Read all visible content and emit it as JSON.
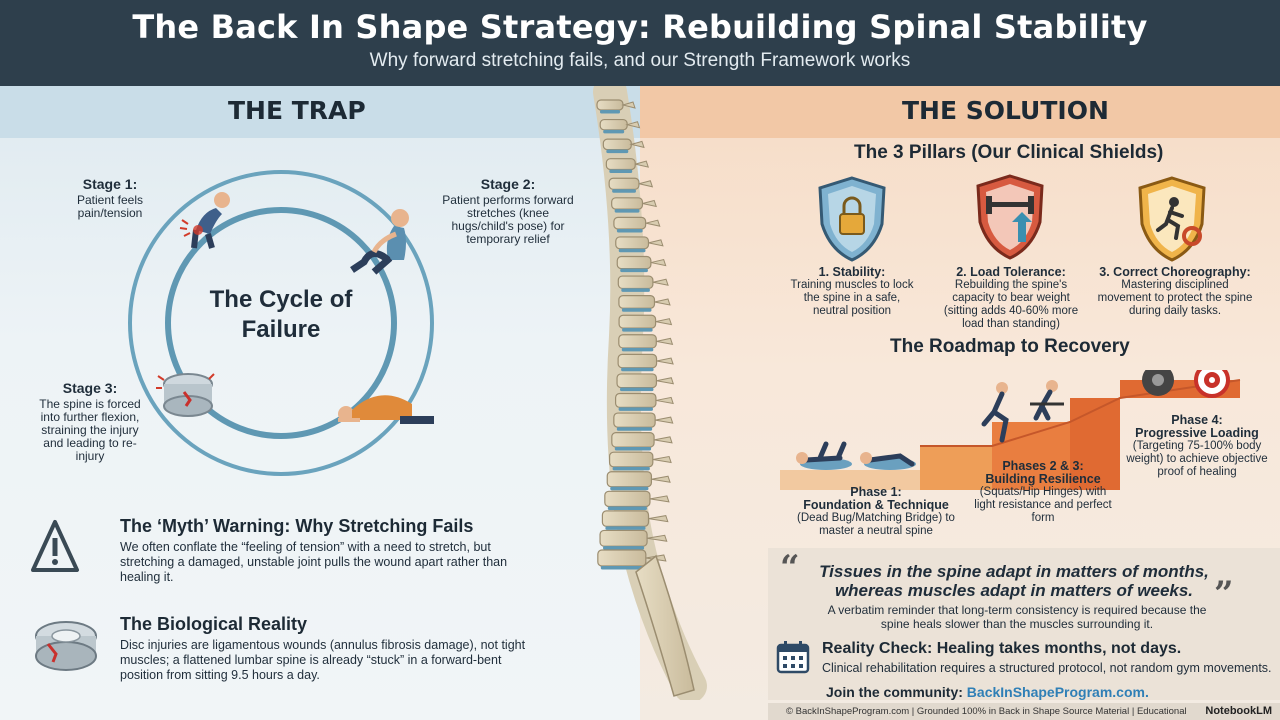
{
  "header": {
    "title": "The Back In Shape Strategy: Rebuilding Spinal Stability",
    "subtitle": "Why forward stretching fails, and our Strength Framework works"
  },
  "trap": {
    "title": "THE TRAP",
    "cycle_label": "The Cycle of Failure",
    "stages": [
      {
        "title": "Stage 1:",
        "text": "Patient feels pain/tension"
      },
      {
        "title": "Stage 2:",
        "text": "Patient performs forward stretches (knee hugs/child's pose) for temporary relief"
      },
      {
        "title": "Stage 3:",
        "text": "The spine is forced into further flexion, straining the injury and leading to re-injury"
      }
    ],
    "myth": {
      "title": "The ‘Myth’ Warning: Why Stretching Fails",
      "body": "We often conflate the “feeling of tension” with a need to stretch, but stretching a damaged, unstable joint pulls the wound apart rather than healing it."
    },
    "biology": {
      "title": "The Biological Reality",
      "body": "Disc injuries are ligamentous wounds (annulus fibrosis damage), not tight muscles; a flattened lumbar spine is already “stuck” in a forward-bent position from sitting 9.5 hours a day."
    }
  },
  "solution": {
    "title": "THE SOLUTION",
    "pillars_title": "The 3 Pillars (Our Clinical Shields)",
    "pillars": [
      {
        "title": "1. Stability:",
        "text": "Training muscles to lock the spine in a safe, neutral position",
        "icon": "lock-shield-icon"
      },
      {
        "title": "2. Load Tolerance:",
        "text": "Rebuilding the spine's capacity to bear weight (sitting adds 40-60% more load than standing)",
        "icon": "dumbbell-shield-icon"
      },
      {
        "title": "3. Correct Choreography:",
        "text": "Mastering disciplined movement to protect the spine during daily tasks.",
        "icon": "runner-shield-icon"
      }
    ],
    "roadmap_title": "The Roadmap to Recovery",
    "phases": [
      {
        "title": "Phase 1:",
        "subtitle": "Foundation & Technique",
        "text": "(Dead Bug/Matching Bridge) to master a neutral spine"
      },
      {
        "title": "Phases 2 & 3:",
        "subtitle": "Building Resilience",
        "text": "(Squats/Hip Hinges) with light resistance and perfect form"
      },
      {
        "title": "Phase 4:",
        "subtitle": "Progressive Loading",
        "text": "(Targeting 75-100% body weight) to achieve objective proof of healing"
      }
    ],
    "quote": "Tissues in the spine adapt in matters of months, whereas muscles adapt in matters of weeks.",
    "quote_note": "A verbatim reminder that long-term consistency is required because the spine heals slower than the muscles surrounding it.",
    "reality_title": "Reality Check: Healing takes months, not days.",
    "reality_body": "Clinical rehabilitation requires a structured protocol, not random gym movements.",
    "join_label": "Join the community:",
    "join_url": "BackInShapeProgram.com."
  },
  "footer": {
    "text": "© BackInShapeProgram.com | Grounded 100% in Back in Shape Source Material | Educational",
    "brand": "NotebookLM"
  },
  "colors": {
    "header_bg": "#2e3f4c",
    "trap_blue": "#5f98b3",
    "solution_orange": "#e8793a",
    "shield_red": "#c94a3a",
    "link_blue": "#2f7fb6"
  }
}
